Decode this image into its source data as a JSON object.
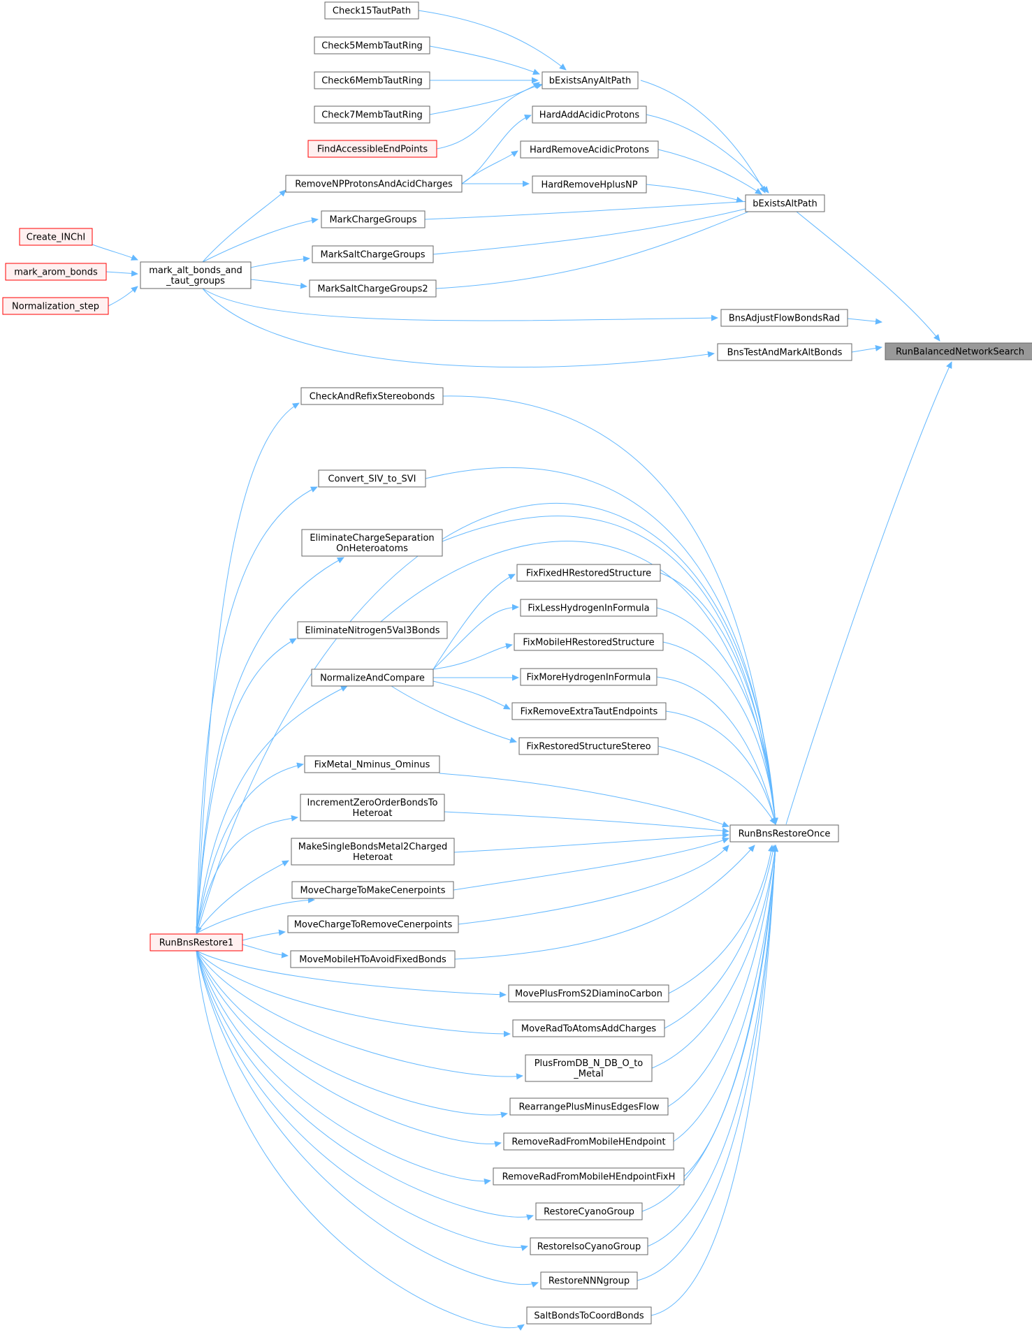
{
  "colors": {
    "edge": "#63B8FF",
    "node_border": "#666666",
    "red_border": "#FF0000",
    "red_fill": "#FFF0F0",
    "root_fill": "#999999",
    "node_fill": "#FFFFFF"
  },
  "nodes": {
    "rbns": {
      "lines": [
        "RunBalancedNetworkSearch"
      ],
      "style": "root"
    },
    "beap": {
      "lines": [
        "bExistsAltPath"
      ],
      "style": "normal"
    },
    "bafr": {
      "lines": [
        "BnsAdjustFlowBondsRad"
      ],
      "style": "normal"
    },
    "btma": {
      "lines": [
        "BnsTestAndMarkAltBonds"
      ],
      "style": "normal"
    },
    "rbro": {
      "lines": [
        "RunBnsRestoreOnce"
      ],
      "style": "normal"
    },
    "beaa": {
      "lines": [
        "bExistsAnyAltPath"
      ],
      "style": "normal"
    },
    "haap": {
      "lines": [
        "HardAddAcidicProtons"
      ],
      "style": "normal"
    },
    "hrap": {
      "lines": [
        "HardRemoveAcidicProtons"
      ],
      "style": "normal"
    },
    "hrhn": {
      "lines": [
        "HardRemoveHplusNP"
      ],
      "style": "normal"
    },
    "mcg": {
      "lines": [
        "MarkChargeGroups"
      ],
      "style": "normal"
    },
    "mscg": {
      "lines": [
        "MarkSaltChargeGroups"
      ],
      "style": "normal"
    },
    "msc2": {
      "lines": [
        "MarkSaltChargeGroups2"
      ],
      "style": "normal"
    },
    "c15": {
      "lines": [
        "Check15TautPath"
      ],
      "style": "normal"
    },
    "c5": {
      "lines": [
        "Check5MembTautRing"
      ],
      "style": "normal"
    },
    "c6": {
      "lines": [
        "Check6MembTautRing"
      ],
      "style": "normal"
    },
    "c7": {
      "lines": [
        "Check7MembTautRing"
      ],
      "style": "normal"
    },
    "faep": {
      "lines": [
        "FindAccessibleEndPoints"
      ],
      "style": "red"
    },
    "rnpa": {
      "lines": [
        "RemoveNPProtonsAndAcidCharges"
      ],
      "style": "normal"
    },
    "mabt": {
      "lines": [
        "mark_alt_bonds_and",
        "_taut_groups"
      ],
      "style": "normal"
    },
    "cinchi": {
      "lines": [
        "Create_INChI"
      ],
      "style": "red"
    },
    "marom": {
      "lines": [
        "mark_arom_bonds"
      ],
      "style": "red"
    },
    "nstep": {
      "lines": [
        "Normalization_step"
      ],
      "style": "red"
    },
    "carsb": {
      "lines": [
        "CheckAndRefixStereobonds"
      ],
      "style": "normal"
    },
    "csiv": {
      "lines": [
        "Convert_SIV_to_SVI"
      ],
      "style": "normal"
    },
    "ecsh": {
      "lines": [
        "EliminateChargeSeparation",
        "OnHeteroatoms"
      ],
      "style": "normal"
    },
    "en5v": {
      "lines": [
        "EliminateNitrogen5Val3Bonds"
      ],
      "style": "normal"
    },
    "nac": {
      "lines": [
        "NormalizeAndCompare"
      ],
      "style": "normal"
    },
    "ffhr": {
      "lines": [
        "FixFixedHRestoredStructure"
      ],
      "style": "normal"
    },
    "flhf": {
      "lines": [
        "FixLessHydrogenInFormula"
      ],
      "style": "normal"
    },
    "fmhr": {
      "lines": [
        "FixMobileHRestoredStructure"
      ],
      "style": "normal"
    },
    "fmhf": {
      "lines": [
        "FixMoreHydrogenInFormula"
      ],
      "style": "normal"
    },
    "frete": {
      "lines": [
        "FixRemoveExtraTautEndpoints"
      ],
      "style": "normal"
    },
    "frss": {
      "lines": [
        "FixRestoredStructureStereo"
      ],
      "style": "normal"
    },
    "fmno": {
      "lines": [
        "FixMetal_Nminus_Ominus"
      ],
      "style": "normal"
    },
    "izob": {
      "lines": [
        "IncrementZeroOrderBondsTo",
        "Heteroat"
      ],
      "style": "normal"
    },
    "msbm": {
      "lines": [
        "MakeSingleBondsMetal2Charged",
        "Heteroat"
      ],
      "style": "normal"
    },
    "mctm": {
      "lines": [
        "MoveChargeToMakeCenerpoints"
      ],
      "style": "normal"
    },
    "mctr": {
      "lines": [
        "MoveChargeToRemoveCenerpoints"
      ],
      "style": "normal"
    },
    "mmhf": {
      "lines": [
        "MoveMobileHToAvoidFixedBonds"
      ],
      "style": "normal"
    },
    "mpfs": {
      "lines": [
        "MovePlusFromS2DiaminoCarbon"
      ],
      "style": "normal"
    },
    "mrta": {
      "lines": [
        "MoveRadToAtomsAddCharges"
      ],
      "style": "normal"
    },
    "pfdb": {
      "lines": [
        "PlusFromDB_N_DB_O_to",
        "_Metal"
      ],
      "style": "normal"
    },
    "rpme": {
      "lines": [
        "RearrangePlusMinusEdgesFlow"
      ],
      "style": "normal"
    },
    "rrfm": {
      "lines": [
        "RemoveRadFromMobileHEndpoint"
      ],
      "style": "normal"
    },
    "rrfh": {
      "lines": [
        "RemoveRadFromMobileHEndpointFixH"
      ],
      "style": "normal"
    },
    "rcg": {
      "lines": [
        "RestoreCyanoGroup"
      ],
      "style": "normal"
    },
    "ricg": {
      "lines": [
        "RestoreIsoCyanoGroup"
      ],
      "style": "normal"
    },
    "rnnn": {
      "lines": [
        "RestoreNNNgroup"
      ],
      "style": "normal"
    },
    "sbcb": {
      "lines": [
        "SaltBondsToCoordBonds"
      ],
      "style": "normal"
    },
    "rbr1": {
      "lines": [
        "RunBnsRestore1"
      ],
      "style": "red"
    }
  }
}
